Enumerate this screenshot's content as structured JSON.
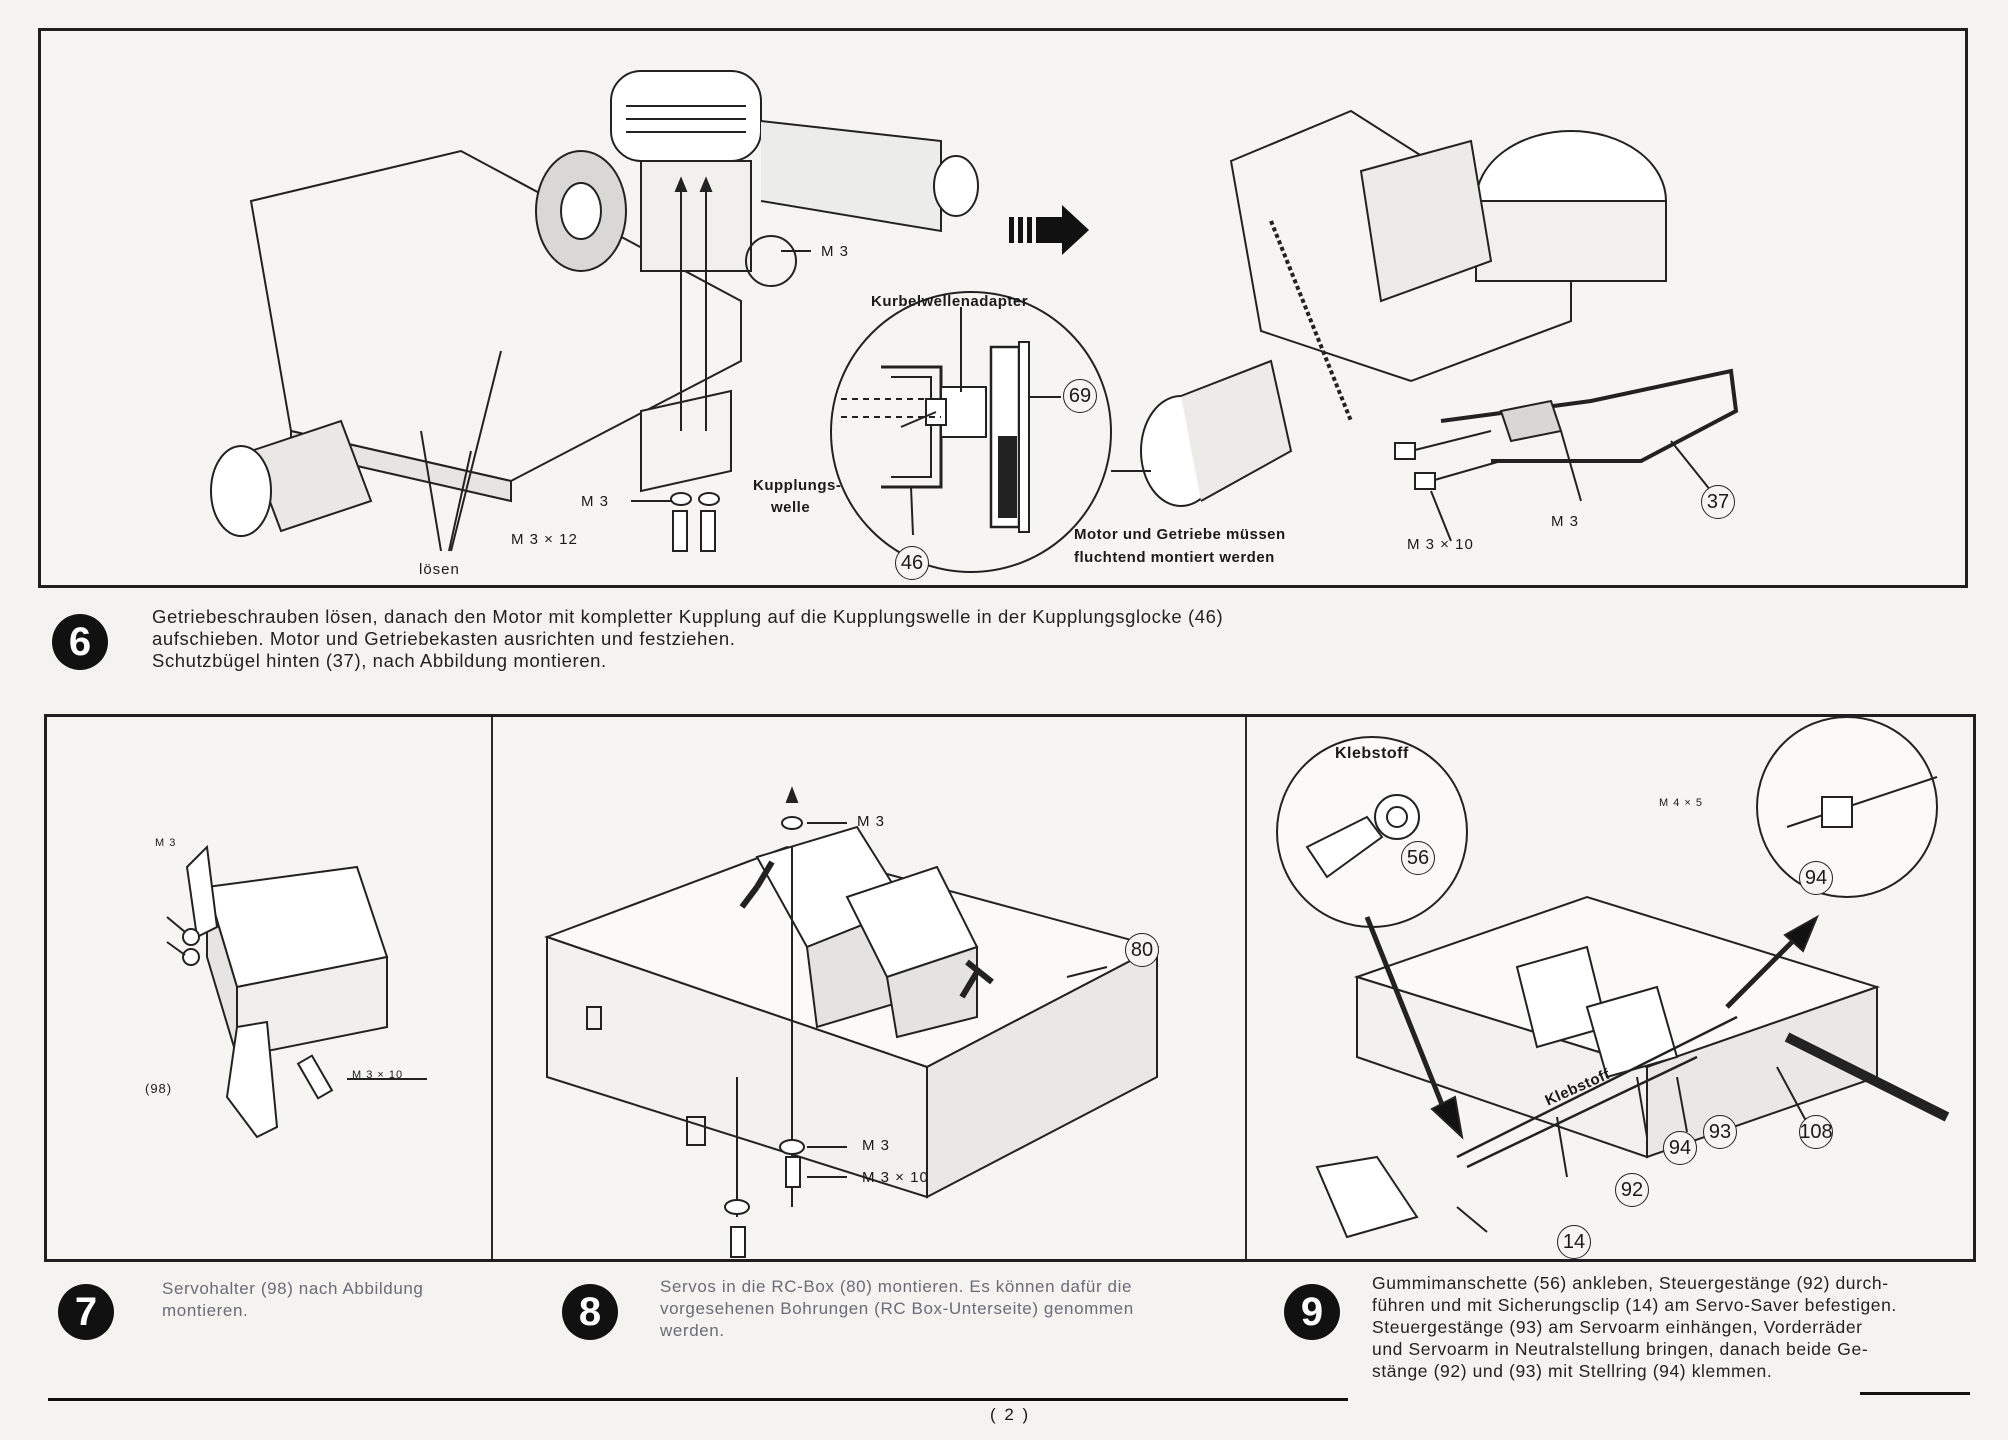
{
  "figure6": {
    "left_labels": {
      "m3_upper": "M 3",
      "m3_lower": "M 3",
      "m3x12": "M 3 × 12",
      "loesen": "lösen"
    },
    "inset": {
      "title": "Kurbelwellenadapter",
      "shaft_label_1": "Kupplungs-",
      "shaft_label_2": "welle",
      "part_69": "69",
      "part_46": "46"
    },
    "right_labels": {
      "caption_1": "Motor und Getriebe müssen",
      "caption_2": "fluchtend montiert werden",
      "m3x10": "M 3 × 10",
      "m3": "M 3",
      "part_37": "37"
    }
  },
  "step6": {
    "number": "6",
    "lines": [
      "Getriebeschrauben lösen, danach den Motor mit kompletter Kupplung auf die Kupplungswelle in der Kupplungsglocke (46)",
      "aufschieben. Motor und Getriebekasten ausrichten und festziehen.",
      "Schutzbügel hinten (37), nach Abbildung montieren."
    ]
  },
  "figure7": {
    "m3": "M 3",
    "m3x10": "M 3 × 10",
    "part_98": "(98)"
  },
  "figure8": {
    "m3_top": "M 3",
    "m3_bottom": "M 3",
    "m3x10": "M 3 × 10",
    "part_80": "80"
  },
  "figure9": {
    "klebstoff_top": "Klebstoff",
    "klebstoff_mid": "Klebstoff",
    "m4x5": "M 4 × 5",
    "part_56": "56",
    "part_94_top": "94",
    "part_94": "94",
    "part_93": "93",
    "part_92": "92",
    "part_108": "108",
    "part_14": "14"
  },
  "step7": {
    "number": "7",
    "lines": [
      "Servohalter (98) nach Abbildung",
      "montieren."
    ]
  },
  "step8": {
    "number": "8",
    "lines": [
      "Servos in die RC-Box (80) montieren. Es können dafür die",
      "vorgesehenen Bohrungen (RC Box-Unterseite) genommen",
      "werden."
    ]
  },
  "step9": {
    "number": "9",
    "lines": [
      "Gummimanschette (56) ankleben, Steuergestänge (92) durch-",
      "führen und mit Sicherungsclip (14) am Servo-Saver befestigen.",
      "Steuergestänge (93) am Servoarm einhängen, Vorderräder",
      "und Servoarm in Neutralstellung bringen, danach beide Ge-",
      "stänge (92)  und (93) mit Stellring (94) klemmen."
    ]
  },
  "page_number": "( 2 )"
}
